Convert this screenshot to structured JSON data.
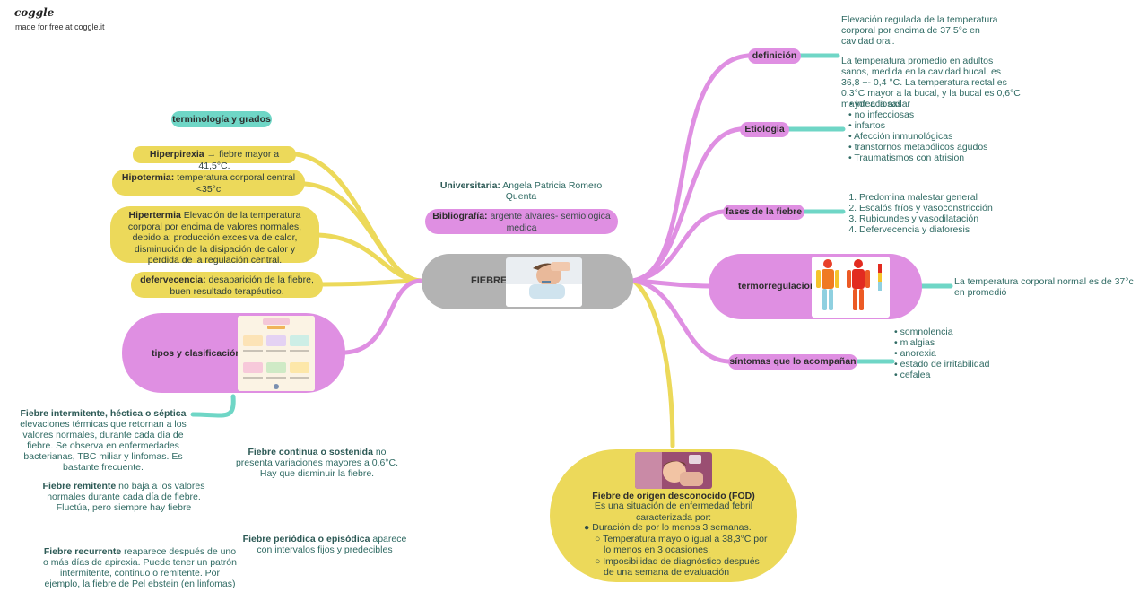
{
  "brand": {
    "logo": "coggle",
    "tagline": "made for free at coggle.it"
  },
  "center": {
    "label": "FIEBRE"
  },
  "author": {
    "label": "Universitaria:",
    "value": "Angela Patricia Romero Quenta"
  },
  "bibliography": {
    "label": "Bibliografía:",
    "value": "argente alvares- semiologica medica"
  },
  "terminology": {
    "title": "terminología y grados"
  },
  "hyperpyrexia": {
    "term": "Hiperpirexia",
    "desc": " → fiebre mayor a 41,5°C."
  },
  "hypothermia": {
    "term": "Hipotermia:",
    "desc": " temperatura corporal central <35°c"
  },
  "hyperthermia": {
    "term": "Hipertermia",
    "desc": " Elevación de la temperatura corporal por encima de valores normales, debido a: producción excesiva de calor, disminución de la disipación de calor y perdida de la regulación central."
  },
  "defervescence": {
    "term": "defervecencia:",
    "desc": " desaparición de la fiebre, buen resultado terapéutico."
  },
  "types": {
    "title": "tipos y clasificación"
  },
  "fever_types": [
    {
      "term": "Fiebre intermitente, héctica o séptica",
      "desc": " elevaciones térmicas que retornan a los valores normales, durante cada día de fiebre. Se observa en enfermedades bacterianas, TBC miliar y linfomas. Es bastante frecuente."
    },
    {
      "term": "Fiebre continua o sostenida",
      "desc": " no presenta variaciones mayores a 0,6°C. Hay que disminuir la fiebre."
    },
    {
      "term": "Fiebre remitente",
      "desc": " no baja a los valores normales durante cada día de fiebre. Fluctúa, pero siempre hay fiebre"
    },
    {
      "term": "Fiebre periódica o episódica",
      "desc": " aparece con intervalos fijos y predecibles"
    },
    {
      "term": "Fiebre recurrente",
      "desc": " reaparece después de uno o más días de apirexia. Puede tener un patrón intermitente, continuo o remitente. Por ejemplo, la fiebre de Pel ebstein (en linfomas)"
    }
  ],
  "definition": {
    "title": "definición",
    "text1": "Elevación regulada de la temperatura corporal por encima de 37,5°c en cavidad oral.",
    "text2": "La temperatura promedio en adultos sanos, medida en la cavidad bucal, es 36,8 +- 0,4 °C. La temperatura rectal es 0,3°C mayor a la bucal, y la bucal es 0,6°C mayor a la axilar"
  },
  "etiology": {
    "title": "Etiologia",
    "items": [
      "infecciosas",
      "no infecciosas",
      "infartos",
      "Afección inmunológicas",
      "transtornos metabólicos agudos",
      "Traumatismos con atrision"
    ]
  },
  "phases": {
    "title": "fases de la fiebre",
    "items": [
      "Predomina malestar general",
      "Escalós fríos y vasoconstricción",
      "Rubicundes y vasodilatación",
      "Defervecencia y diaforesis"
    ]
  },
  "thermoregulation": {
    "title": "termorregulacion",
    "text": "La temperatura corporal normal es de 37°c en promedió"
  },
  "symptoms": {
    "title": "síntomas que lo acompañan",
    "items": [
      "somnolencia",
      "mialgias",
      "anorexia",
      "estado de irritabilidad",
      "cefalea"
    ]
  },
  "fod": {
    "title": "Fiebre de origen desconocido (FOD)",
    "desc": "Es una situación de enfermedad febril caracterizada por:",
    "bullet": "Duración de por lo menos 3 semanas.",
    "subs": [
      "Temperatura mayo o igual a 38,3°C por lo menos en 3 ocasiones.",
      "Imposibilidad de diagnóstico después de una semana de evaluación"
    ]
  },
  "colors": {
    "yellow": "#ecd95a",
    "pink": "#df8fe2",
    "teal": "#6fd6c6",
    "grey": "#b3b3b3",
    "text": "#2f6a63"
  }
}
